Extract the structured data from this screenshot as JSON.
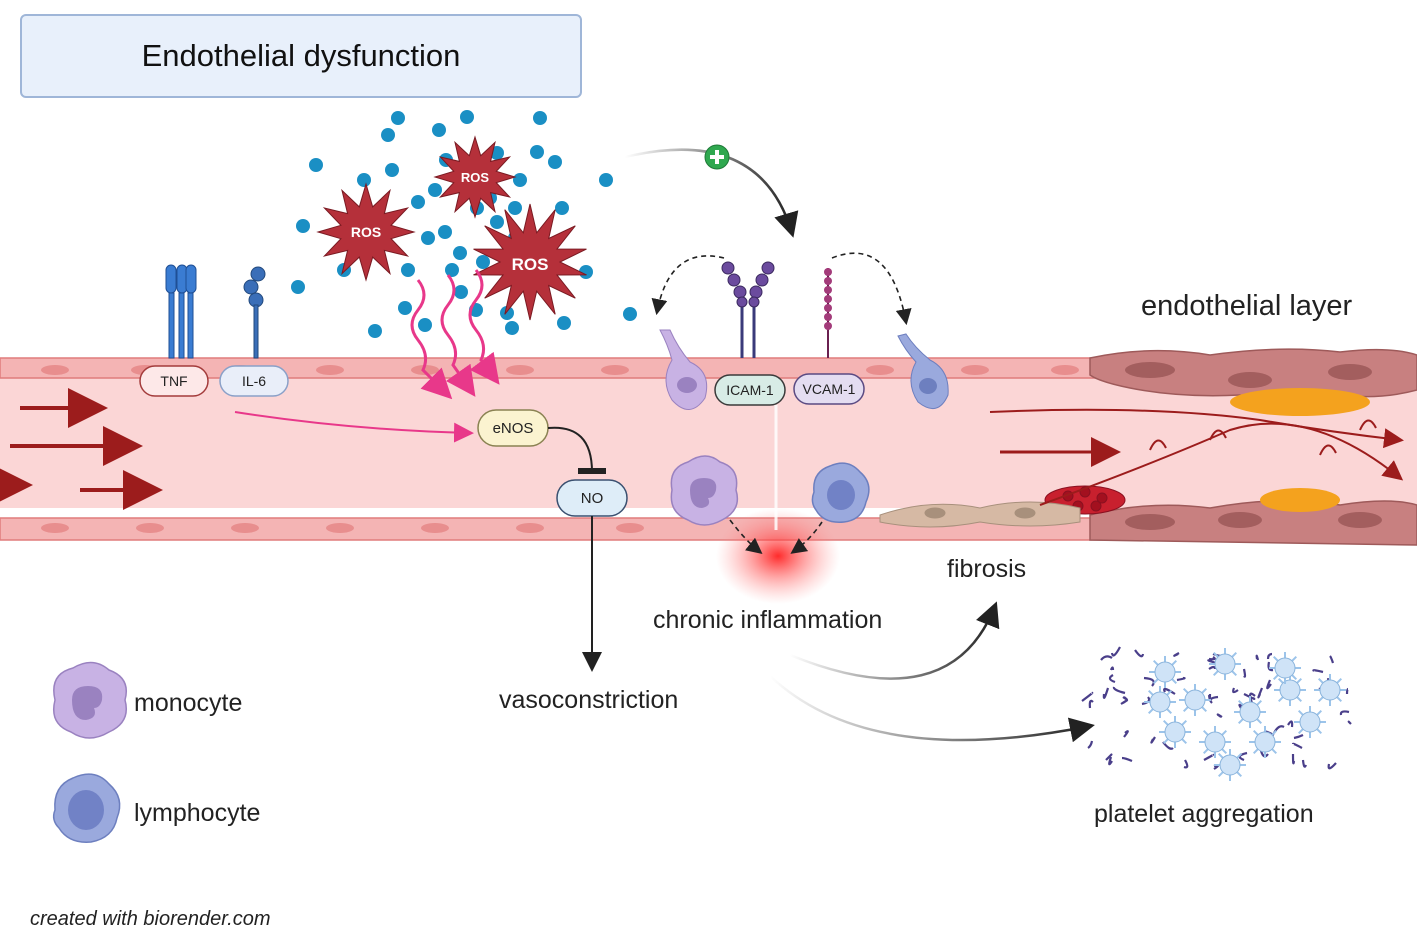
{
  "title": "Endothelial dysfunction",
  "labels": {
    "ros": "ROS",
    "tnf": "TNF",
    "il6": "IL-6",
    "enos": "eNOS",
    "no": "NO",
    "icam": "ICAM-1",
    "vcam": "VCAM-1",
    "endothelial_layer": "endothelial layer",
    "fibrosis": "fibrosis",
    "chronic_inflammation": "chronic inflammation",
    "vasoconstriction": "vasoconstriction",
    "platelet_aggregation": "platelet aggregation"
  },
  "legend": {
    "monocyte": "monocyte",
    "lymphocyte": "lymphocyte"
  },
  "credit": "created with biorender.com",
  "colors": {
    "vessel_fill": "#f9cfcf",
    "vessel_edge": "#e68a8a",
    "ros_star": "#b5303a",
    "particles": "#1a8fc4",
    "pink_arrow": "#e8388a",
    "blood_arrow": "#9c1c1c",
    "monocyte": "#c8b2e4",
    "lymphocyte": "#9aa9dd",
    "plus_green": "#2fa84f",
    "plaque_orange": "#f4a21e"
  }
}
